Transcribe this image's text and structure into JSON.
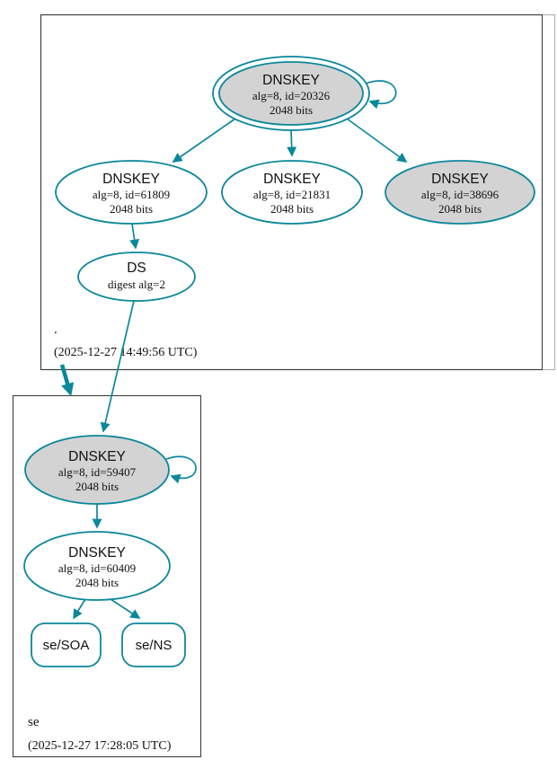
{
  "colors": {
    "edge": "#0a879a",
    "ksk_fill": "#d3d3d3",
    "node_fill": "#ffffff",
    "box_border": "#3c3c3c",
    "box_border_light": "#b3b3b3"
  },
  "zones": [
    {
      "label": ".",
      "timestamp": "(2025-12-27 14:49:56 UTC)"
    },
    {
      "label": "se",
      "timestamp": "(2025-12-27 17:28:05 UTC)"
    }
  ],
  "nodes": {
    "root_ksk": {
      "title": "DNSKEY",
      "line2": "alg=8, id=20326",
      "line3": "2048 bits"
    },
    "root_key_61809": {
      "title": "DNSKEY",
      "line2": "alg=8, id=61809",
      "line3": "2048 bits"
    },
    "root_key_21831": {
      "title": "DNSKEY",
      "line2": "alg=8, id=21831",
      "line3": "2048 bits"
    },
    "root_key_38696": {
      "title": "DNSKEY",
      "line2": "alg=8, id=38696",
      "line3": "2048 bits"
    },
    "root_ds": {
      "title": "DS",
      "line2": "digest alg=2"
    },
    "se_ksk": {
      "title": "DNSKEY",
      "line2": "alg=8, id=59407",
      "line3": "2048 bits"
    },
    "se_zsk": {
      "title": "DNSKEY",
      "line2": "alg=8, id=60409",
      "line3": "2048 bits"
    },
    "se_soa": {
      "title": "se/SOA"
    },
    "se_ns": {
      "title": "se/NS"
    }
  }
}
